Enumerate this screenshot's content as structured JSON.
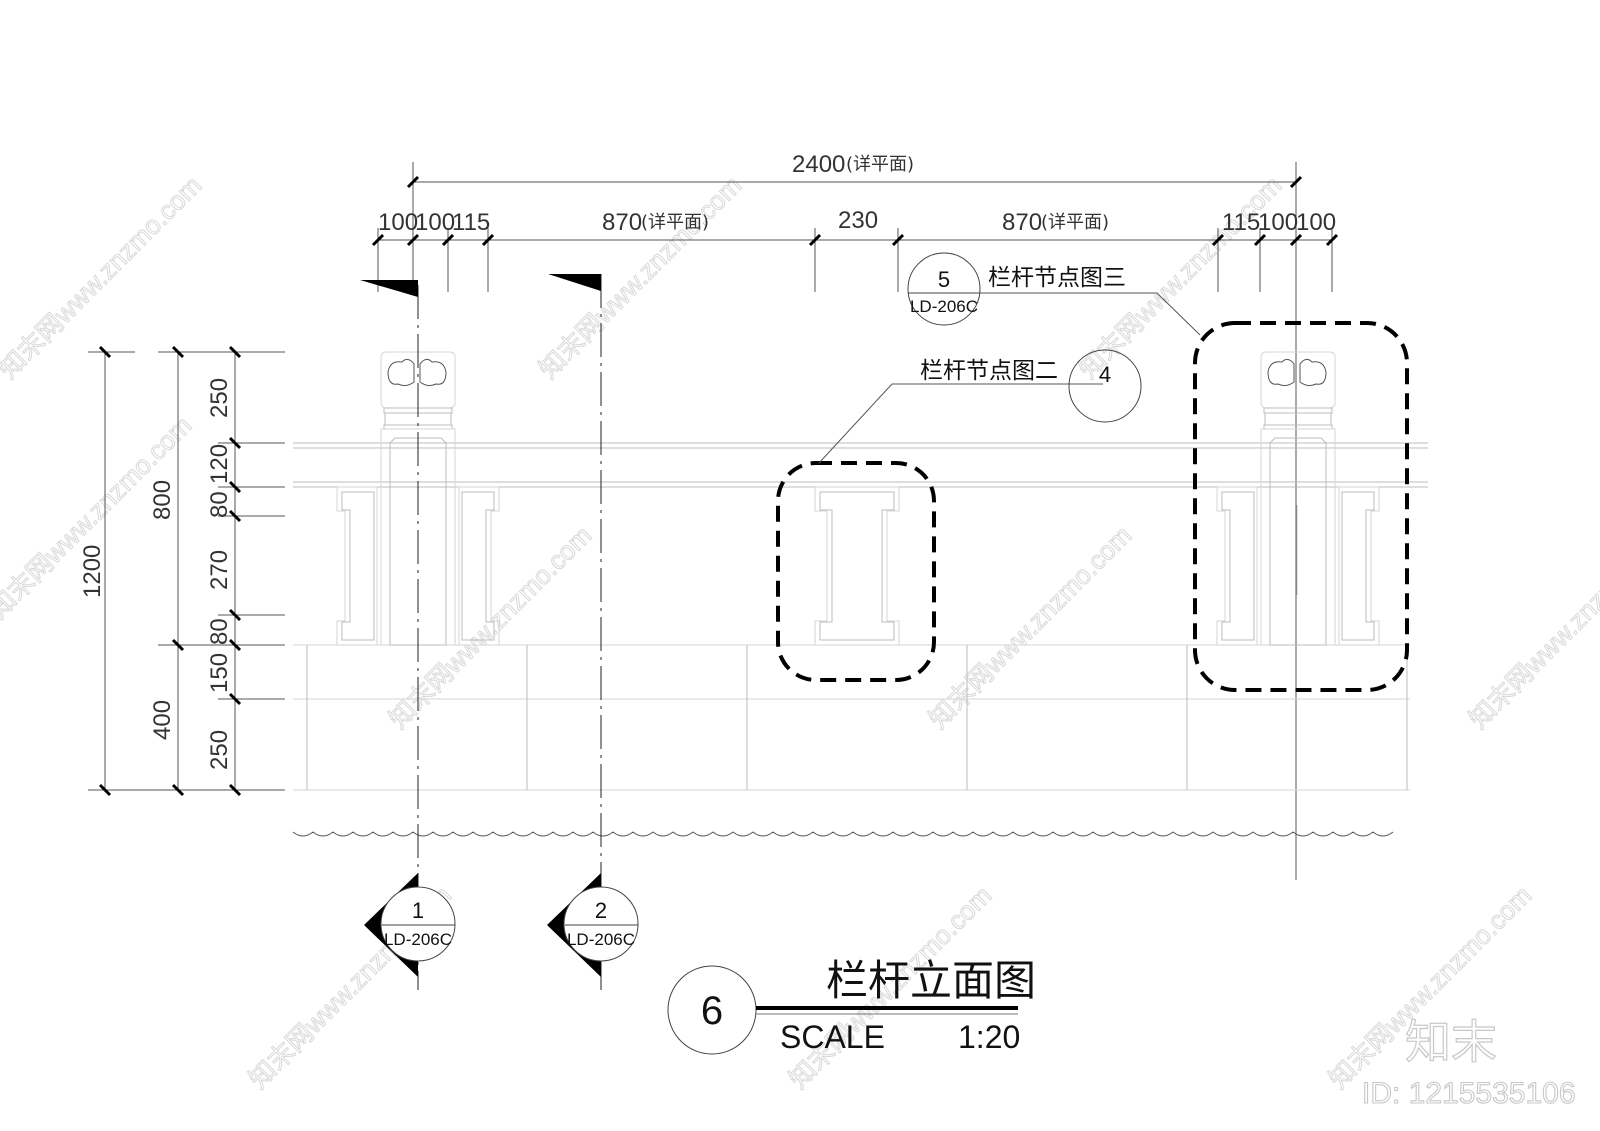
{
  "drawing": {
    "title": "栏杆立面图",
    "number": "6",
    "scale_label": "SCALE",
    "scale_value": "1:20"
  },
  "dimensions": {
    "top_overall": {
      "value": "2400",
      "note": "(详平面)"
    },
    "top_chain": [
      {
        "value": "100"
      },
      {
        "value": "100"
      },
      {
        "value": "115"
      },
      {
        "value": "870",
        "note": "(详平面)"
      },
      {
        "value": "230"
      },
      {
        "value": "870",
        "note": "(详平面)"
      },
      {
        "value": "115"
      },
      {
        "value": "100"
      },
      {
        "value": "100"
      }
    ],
    "left_overall": "1200",
    "left_mid": [
      "800",
      "400"
    ],
    "left_chain": [
      "250",
      "120",
      "80",
      "270",
      "80",
      "150",
      "250"
    ]
  },
  "callouts": {
    "detail_3": {
      "label": "栏杆节点图三",
      "number": "5",
      "sheet": "LD-206C"
    },
    "detail_2": {
      "label": "栏杆节点图二",
      "number": "4"
    }
  },
  "sections": [
    {
      "number": "1",
      "sheet": "LD-206C"
    },
    {
      "number": "2",
      "sheet": "LD-206C"
    }
  ],
  "watermark": {
    "text": "知末网www.znzmo.com",
    "brand": "知末",
    "id": "ID: 1215535106"
  },
  "colors": {
    "ink": "#000000",
    "line": "#555555",
    "light_line": "#bcbcbc",
    "watermark": "#d9d9d9"
  }
}
